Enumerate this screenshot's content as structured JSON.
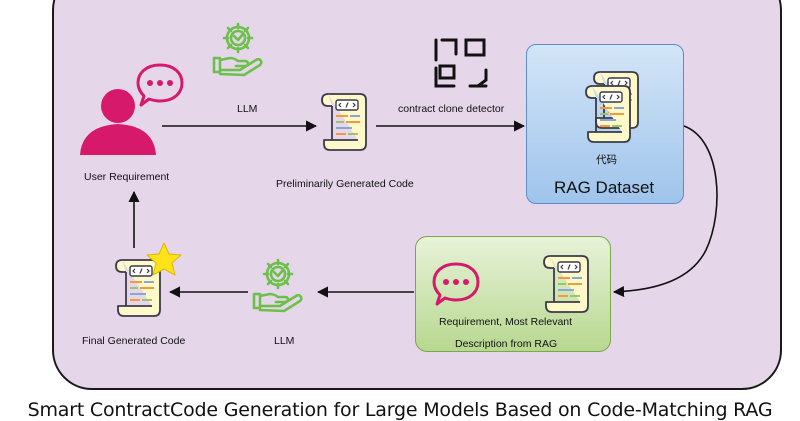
{
  "nodes": {
    "user_requirement": "User Requirement",
    "llm_top": "LLM",
    "preliminary_code": "Preliminarily Generated Code",
    "clone_detector": "contract clone detector",
    "rag_code_label": "代码",
    "rag_dataset": "RAG Dataset",
    "green_line1": "Requirement, Most Relevant",
    "green_line2": "Description  from RAG",
    "llm_bottom": "LLM",
    "final_code": "Final Generated Code"
  },
  "caption": "Smart ContractCode Generation for Large Models Based on Code-Matching RAG",
  "icons": [
    "user-icon",
    "chat-bubble-icon",
    "gear-hand-icon",
    "code-scroll-icon",
    "clone-detector-icon",
    "star-icon"
  ],
  "colors": {
    "background_frame": "#e5d6ea",
    "user": "#d6196b",
    "gear": "#6cc04a",
    "scroll": "#fff8c8",
    "rag_box": "#9fc4eb",
    "green_box": "#b8d890",
    "star": "#ffe21a"
  }
}
